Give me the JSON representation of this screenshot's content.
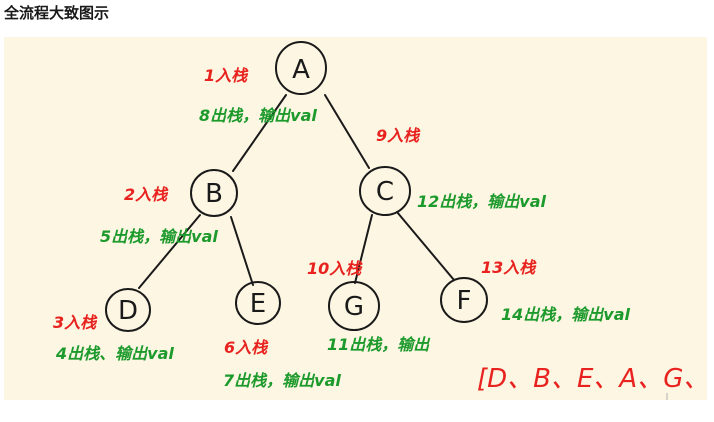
{
  "page": {
    "heading": "全流程大致图示"
  },
  "colors": {
    "ink": "#1a1a1a",
    "push": "#e8231f",
    "pop": "#1d9a2c",
    "panel": "#fdf6e3"
  },
  "tree": {
    "nodes": [
      {
        "id": "A",
        "label": "A"
      },
      {
        "id": "B",
        "label": "B"
      },
      {
        "id": "C",
        "label": "C"
      },
      {
        "id": "D",
        "label": "D"
      },
      {
        "id": "E",
        "label": "E"
      },
      {
        "id": "G",
        "label": "G"
      },
      {
        "id": "F",
        "label": "F"
      }
    ],
    "edges": [
      [
        "A",
        "B"
      ],
      [
        "A",
        "C"
      ],
      [
        "B",
        "D"
      ],
      [
        "B",
        "E"
      ],
      [
        "C",
        "G"
      ],
      [
        "C",
        "F"
      ]
    ]
  },
  "annotations": {
    "a_push": "1入栈",
    "a_pop": "8出栈，输出val",
    "b_push": "2入栈",
    "b_pop": "5出栈，输出val",
    "c_push": "9入栈",
    "c_pop": "12出栈，输出val",
    "d_push": "3入栈",
    "d_pop": "4出栈、输出val",
    "e_push": "6入栈",
    "e_pop": "7出栈，输出val",
    "g_push": "10入栈",
    "g_pop": "11出栈，输出",
    "f_push": "13入栈",
    "f_pop": "14出栈，输出val"
  },
  "result": "[D、B、E、A、G、C、F]"
}
